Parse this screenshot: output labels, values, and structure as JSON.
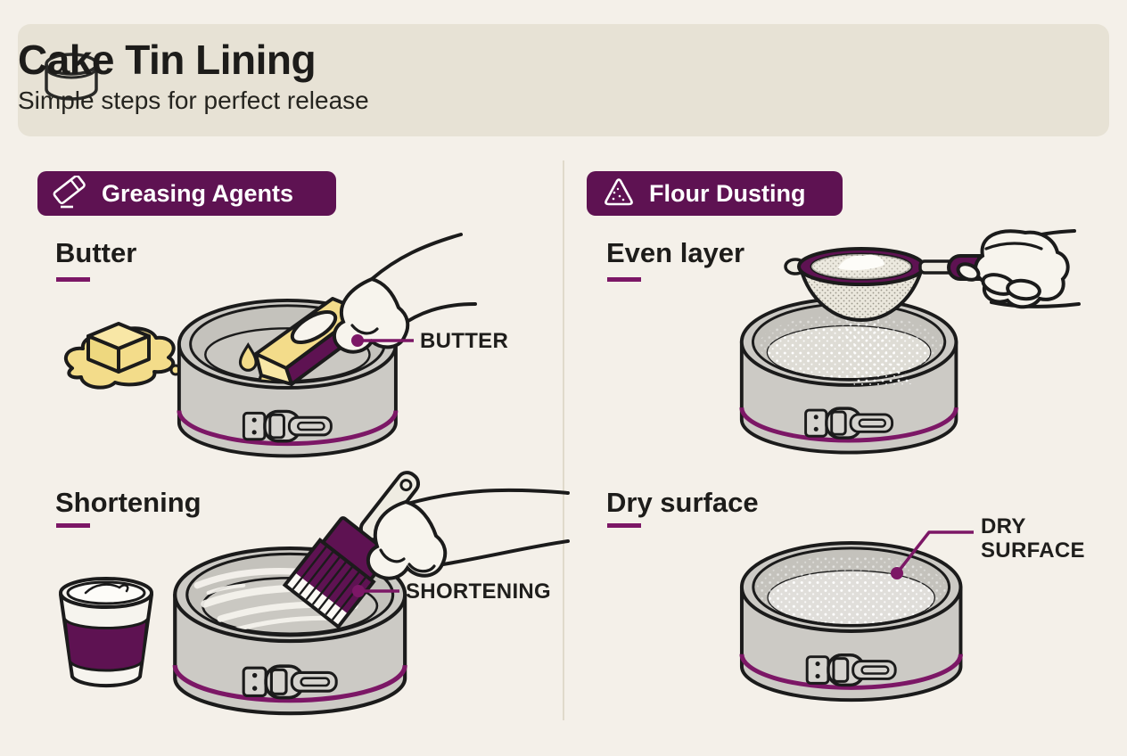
{
  "header": {
    "title": "Cake Tin Lining",
    "subtitle": "Simple steps for perfect release",
    "logo_icon": "cake-tin-icon"
  },
  "sections": {
    "greasing": {
      "badge_label": "Greasing Agents",
      "badge_icon": "butter-stick-icon",
      "steps": [
        {
          "heading": "Butter",
          "callout_label": "BUTTER"
        },
        {
          "heading": "Shortening",
          "callout_label": "SHORTENING"
        }
      ]
    },
    "flour": {
      "badge_label": "Flour Dusting",
      "badge_icon": "flour-pile-icon",
      "steps": [
        {
          "heading": "Even layer"
        },
        {
          "heading": "Dry surface",
          "callout_label": "DRY SURFACE"
        }
      ]
    }
  },
  "colors": {
    "page_bg": "#f4f0e9",
    "header_bg": "#e7e2d5",
    "accent_purple": "#5e1252",
    "line_purple": "#7c1766",
    "butter_yellow": "#f3dc8a",
    "tin_gray": "#cccac5",
    "outline_black": "#1b1b1b"
  }
}
